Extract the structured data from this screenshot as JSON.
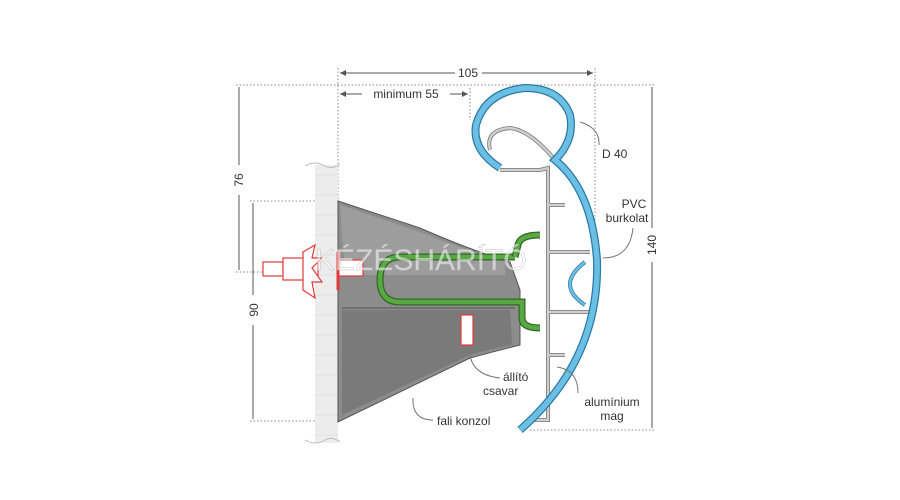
{
  "dimensions": {
    "width_total": "105",
    "width_min": "minimum 55",
    "height_upper": "76",
    "height_lower": "90",
    "height_total": "140"
  },
  "labels": {
    "diameter": "D 40",
    "cover_line1": "PVC",
    "cover_line2": "burkolat",
    "screw_line1": "állító",
    "screw_line2": "csavar",
    "core_line1": "alumínium",
    "core_line2": "mag",
    "bracket": "fali konzol"
  },
  "watermark": "KÉZÉSHÁRÍTÓ",
  "colors": {
    "pvc": "#6bbfe3",
    "aluminium": "#c8c8c8",
    "bracket": "#8a8a8a",
    "insert": "#4a9a3a",
    "anchor": "#e23a3a"
  }
}
